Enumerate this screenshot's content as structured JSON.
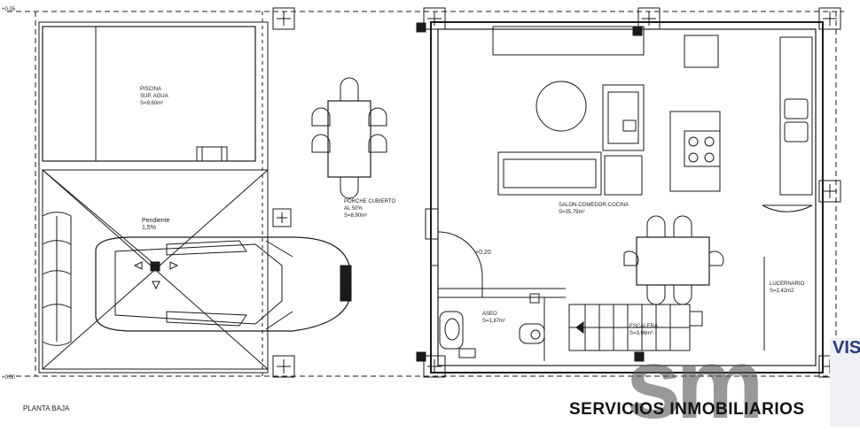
{
  "levels": {
    "top": "+0.05",
    "bottom": "+0.00",
    "step": "+0.20"
  },
  "rooms": {
    "pool": {
      "name": "PISCINA",
      "desc": "SUP. AGUA",
      "area": "S=9,60m²"
    },
    "slope": {
      "name": "Pendiente",
      "value": "1,5%"
    },
    "porch": {
      "name": "PORCHE CUBIERTO",
      "desc": "AL 50%",
      "area": "S=8,90m²"
    },
    "living": {
      "name": "SALON-COMEDOR-COCINA",
      "area": "S=35,79m²"
    },
    "skylight": {
      "name": "LUCERNARIO",
      "area": "S=2,42m2"
    },
    "toilet": {
      "name": "ASEO",
      "area": "S=1,87m²"
    },
    "stairs": {
      "name": "ESCALERA",
      "area": "S=3,96m²"
    }
  },
  "plan_title": "PLANTA BAJA",
  "brand": {
    "logo": "sm",
    "name": "SERVICIOS INMOBILIARIOS",
    "badge": "VIS"
  },
  "colors": {
    "line": "#1a1a1a",
    "logo": "#5a5a5a",
    "badge": "#243a7a"
  }
}
